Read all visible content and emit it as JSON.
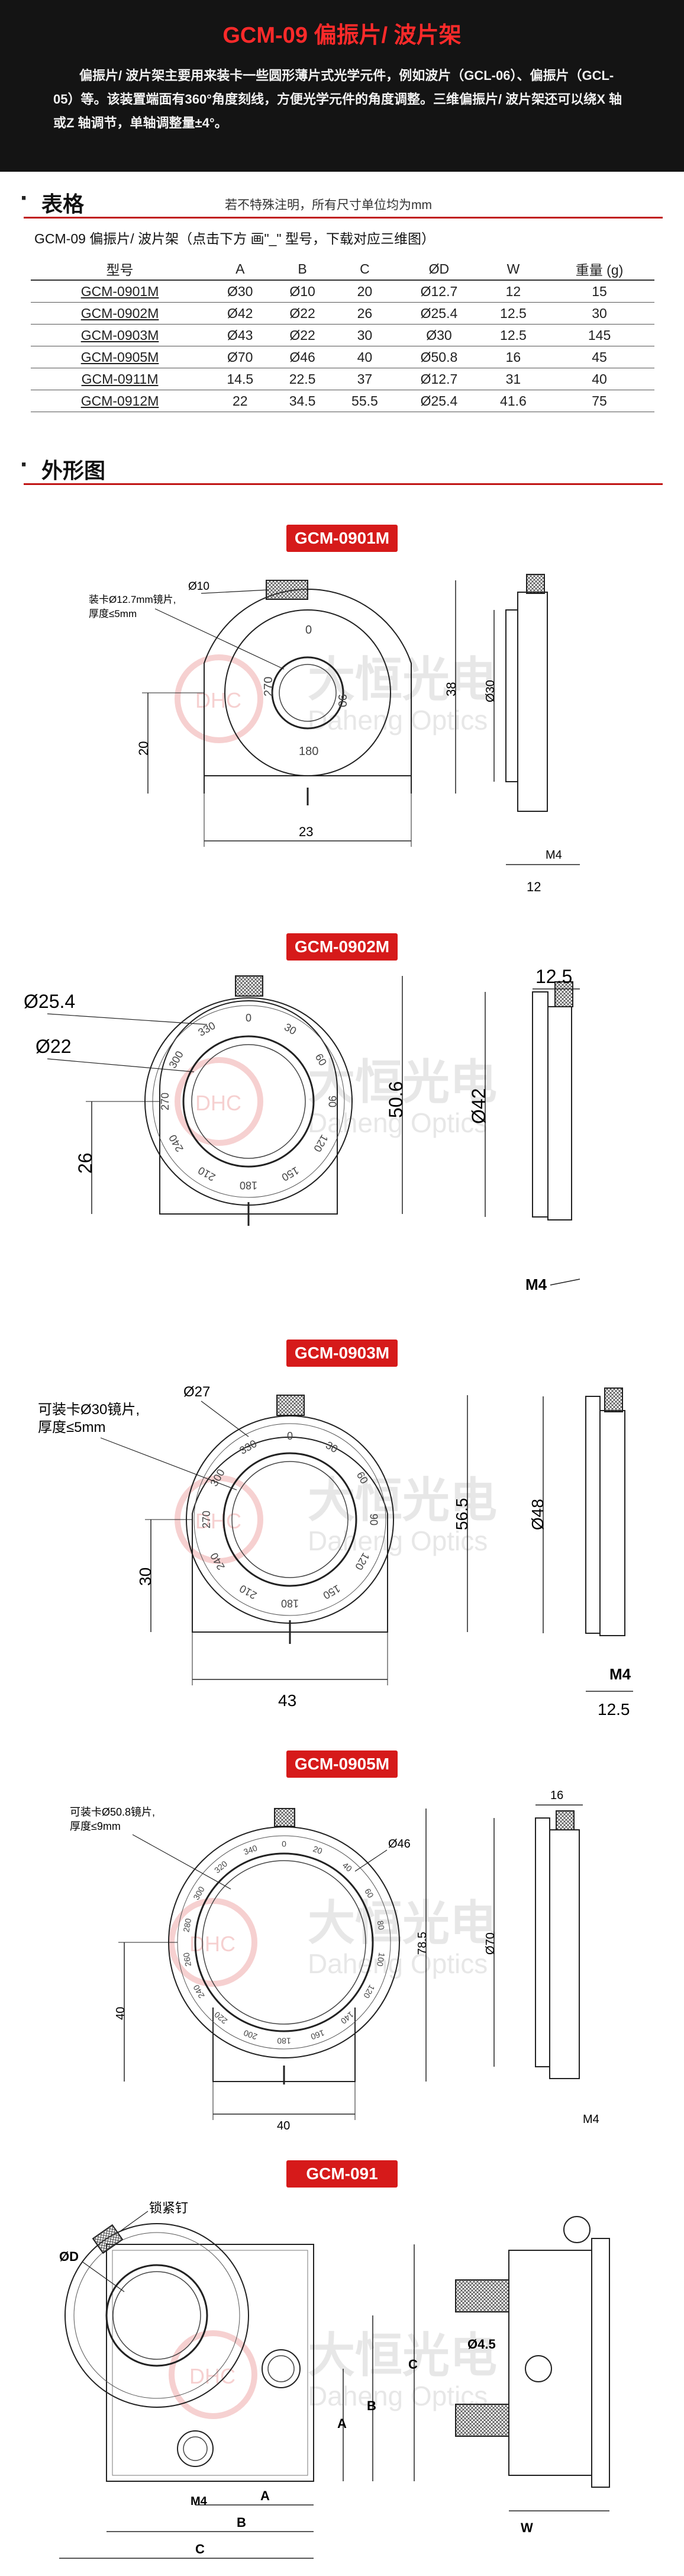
{
  "header": {
    "title": "GCM-09 偏振片/ 波片架",
    "intro": "偏振片/ 波片架主要用来装卡一些圆形薄片式光学元件，例如波片（GCL-06）、偏振片（GCL-05）等。该装置端面有360°角度刻线，方便光学元件的角度调整。三维偏振片/ 波片架还可以绕X 轴或Z 轴调节，单轴调整量±4°。"
  },
  "table_section": {
    "heading": "表格",
    "note": "若不特殊注明，所有尺寸单位均为mm",
    "caption": "GCM-09 偏振片/ 波片架（点击下方 画\"_\" 型号，下载对应三维图）",
    "columns": [
      "型号",
      "A",
      "B",
      "C",
      "ØD",
      "W",
      "重量 (g)"
    ],
    "rows": [
      [
        "GCM-0901M",
        "Ø30",
        "Ø10",
        "20",
        "Ø12.7",
        "12",
        "15"
      ],
      [
        "GCM-0902M",
        "Ø42",
        "Ø22",
        "26",
        "Ø25.4",
        "12.5",
        "30"
      ],
      [
        "GCM-0903M",
        "Ø43",
        "Ø22",
        "30",
        "Ø30",
        "12.5",
        "145"
      ],
      [
        "GCM-0905M",
        "Ø70",
        "Ø46",
        "40",
        "Ø50.8",
        "16",
        "45"
      ],
      [
        "GCM-0911M",
        "14.5",
        "22.5",
        "37",
        "Ø12.7",
        "31",
        "40"
      ],
      [
        "GCM-0912M",
        "22",
        "34.5",
        "55.5",
        "Ø25.4",
        "41.6",
        "75"
      ]
    ]
  },
  "drawing_section": {
    "heading": "外形图"
  },
  "watermark": {
    "logo": "DHC",
    "cn": "大恒光电",
    "en": "Daheng Optics"
  },
  "drawings": {
    "d0901": {
      "banner": "GCM-0901M",
      "callout": "装卡Ø12.7mm镜片,",
      "callout2": "厚度≤5mm",
      "dim_knob": "Ø10",
      "dim_height": "38",
      "dim_side": "Ø30",
      "dim_axis": "20",
      "dim_width": "23",
      "dim_thick": "12",
      "dim_screw": "M4",
      "scale_top": "0",
      "scale_right": "90",
      "scale_left": "270",
      "scale_bottom": "180"
    },
    "d0902": {
      "banner": "GCM-0902M",
      "dim_outer": "Ø25.4",
      "dim_inner": "Ø22",
      "dim_height": "50.6",
      "dim_side": "Ø42",
      "dim_axis": "26",
      "dim_thick": "12.5",
      "dim_screw": "M4",
      "scale_labels": [
        "0",
        "30",
        "60",
        "90",
        "120",
        "150",
        "180",
        "210",
        "240",
        "270",
        "300",
        "330"
      ]
    },
    "d0903": {
      "banner": "GCM-0903M",
      "callout": "可装卡Ø30镜片,",
      "callout2": "厚度≤5mm",
      "dim_outer": "Ø27",
      "dim_height": "56.5",
      "dim_side": "Ø48",
      "dim_axis": "30",
      "dim_width": "43",
      "dim_thick": "12.5",
      "dim_screw": "M4",
      "scale_labels": [
        "0",
        "30",
        "60",
        "90",
        "120",
        "150",
        "180",
        "210",
        "240",
        "270",
        "300",
        "330"
      ]
    },
    "d0905": {
      "banner": "GCM-0905M",
      "callout": "可装卡Ø50.8镜片,",
      "callout2": "厚度≤9mm",
      "dim_outer": "Ø46",
      "dim_height": "78.5",
      "dim_side": "Ø70",
      "dim_axis": "40",
      "dim_width": "40",
      "dim_thick": "16",
      "dim_screw": "M4",
      "scale_labels": [
        "0",
        "20",
        "40",
        "60",
        "80",
        "100",
        "120",
        "140",
        "160",
        "180",
        "200",
        "220",
        "240",
        "260",
        "280",
        "300",
        "320",
        "340"
      ]
    },
    "d091": {
      "banner": "GCM-091",
      "label_screw": "锁紧钉",
      "label_d": "ØD",
      "label_hole": "Ø4.5",
      "label_a": "A",
      "label_b": "B",
      "label_c": "C",
      "label_w": "W",
      "label_m4": "M4"
    }
  }
}
